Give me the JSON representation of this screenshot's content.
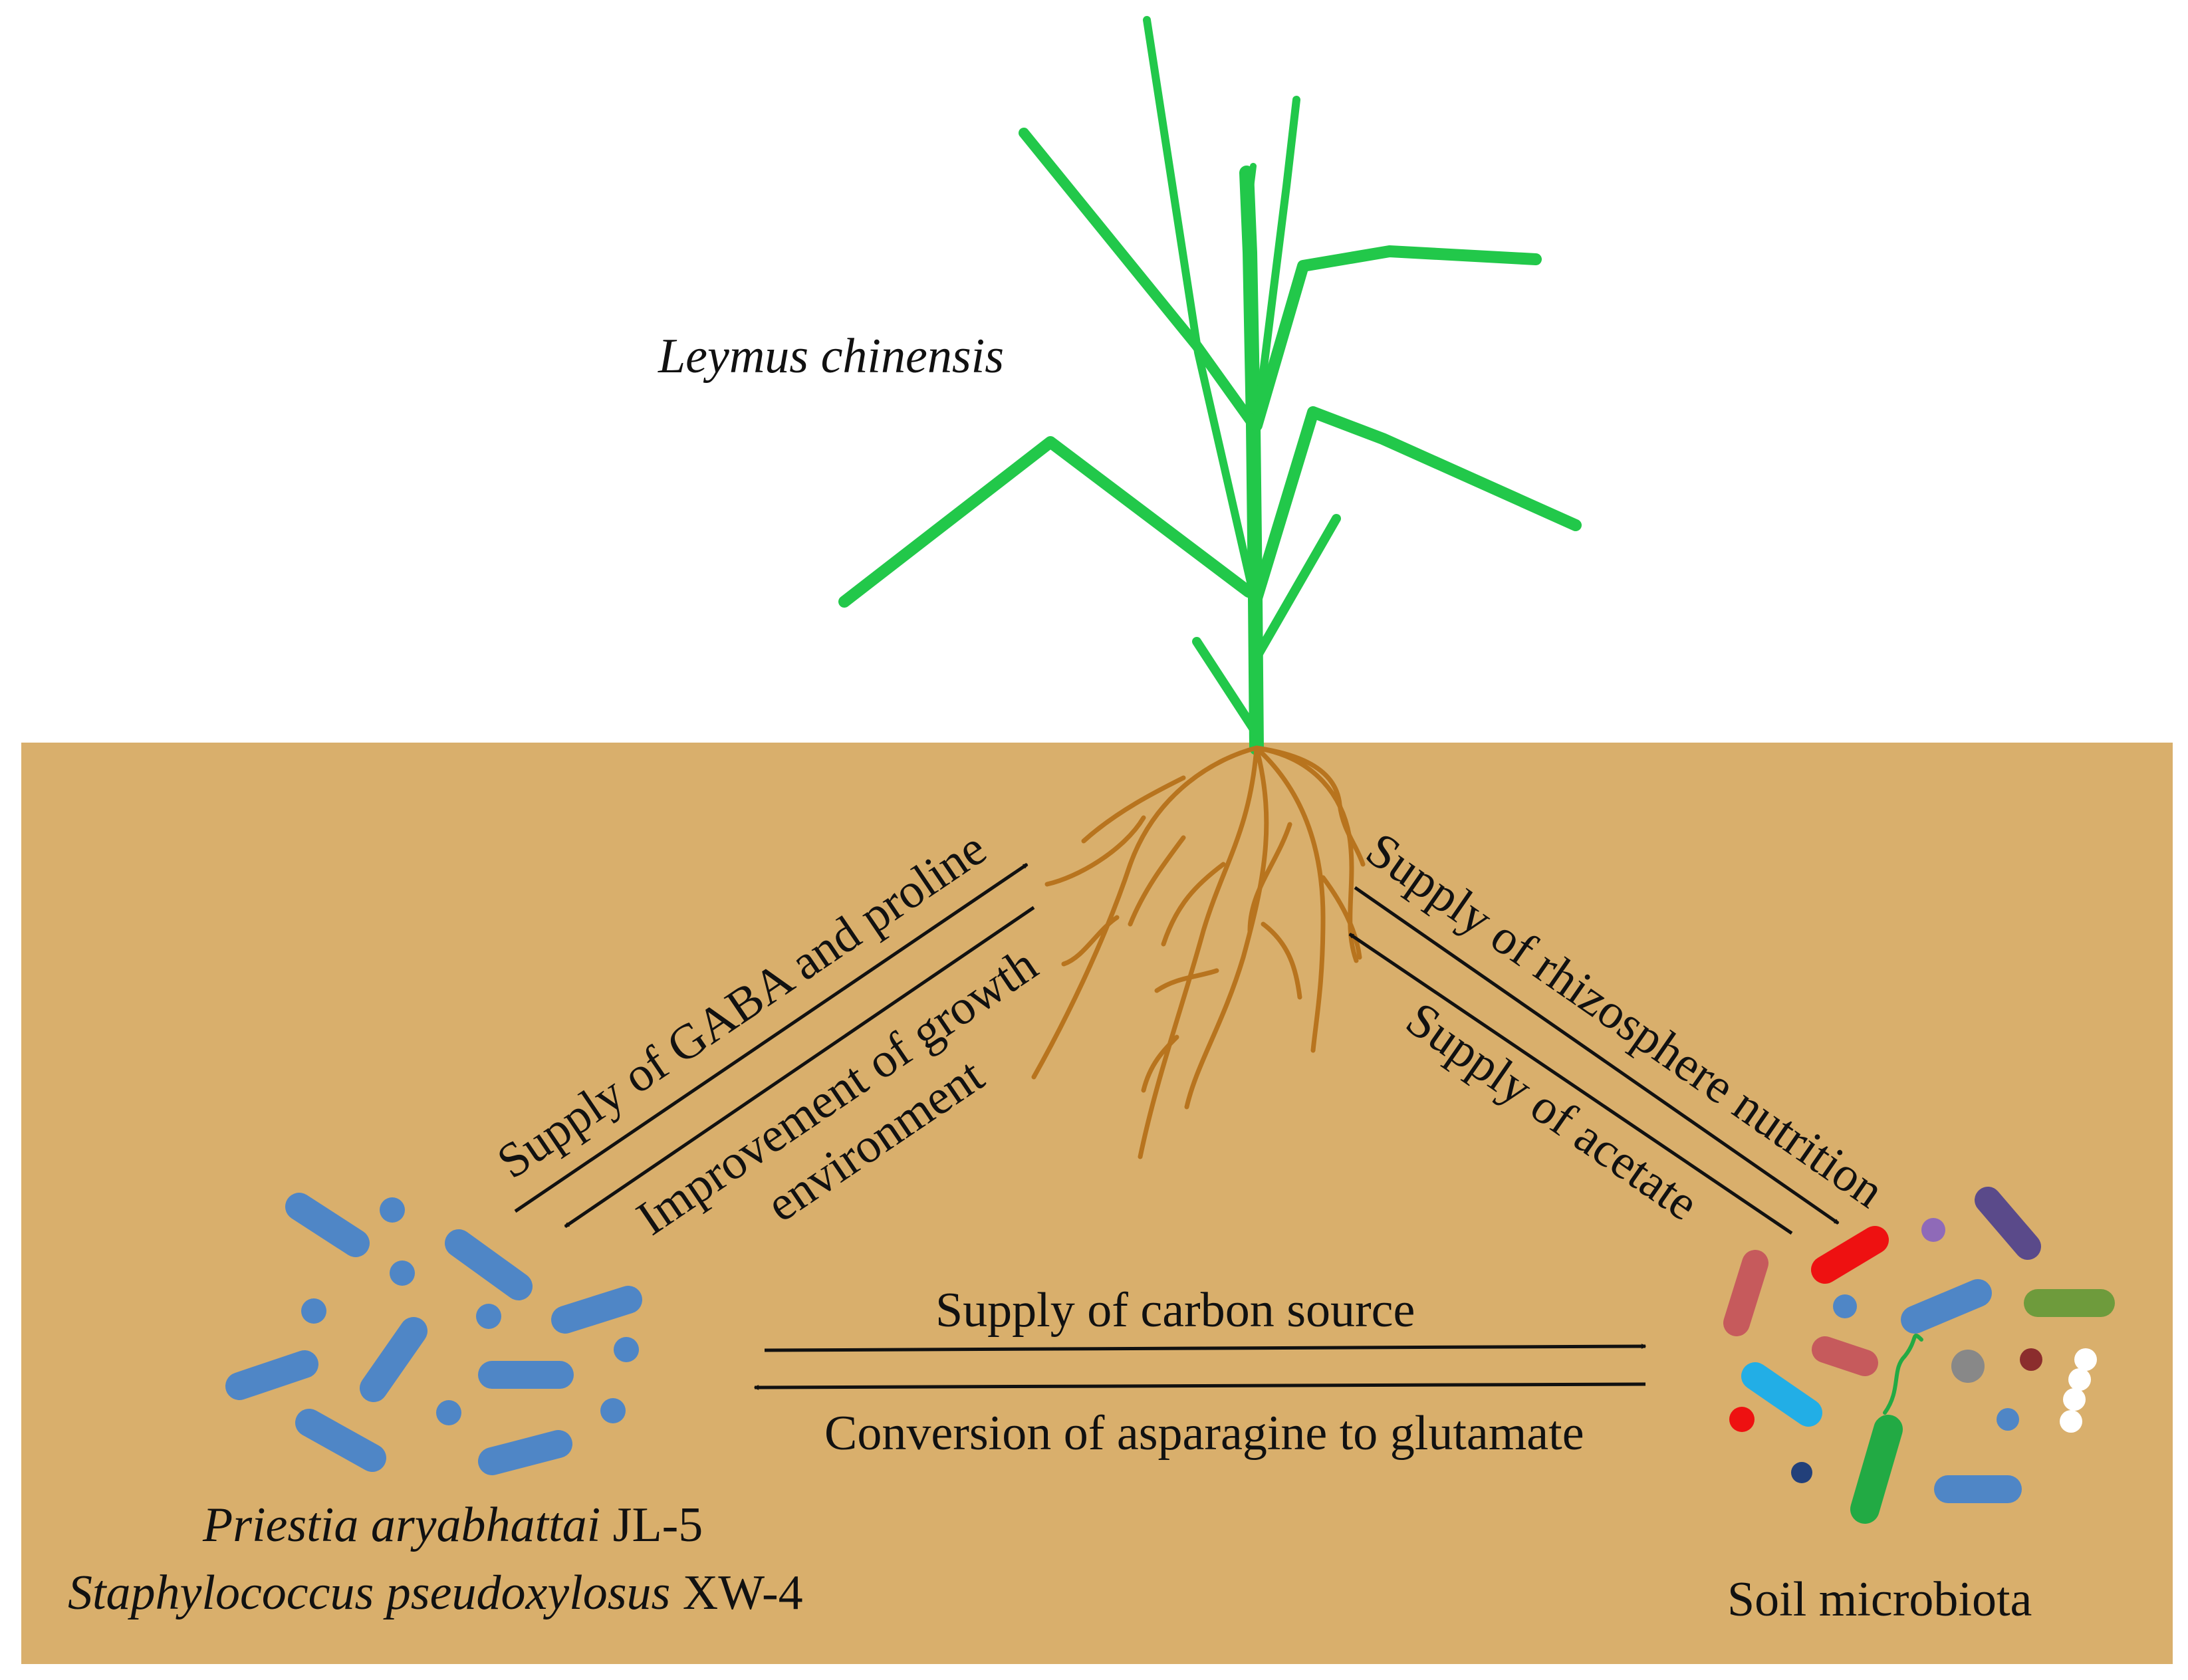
{
  "plant": {
    "name": "Leymus chinensis"
  },
  "arrows": {
    "gaba_proline": "Supply of GABA and proline",
    "growth_env_line1": "Improvement of growth",
    "growth_env_line2": "environment",
    "rhizosphere": "Supply of rhizosphere nutrition",
    "acetate": "Supply of acetate",
    "carbon_source": "Supply of carbon source",
    "asparagine": "Conversion of asparagine to glutamate"
  },
  "strains": {
    "line1_species": "Priestia aryabhattai",
    "line1_strain": " JL-5",
    "line2_species": "Staphylococcus pseudoxylosus",
    "line2_strain": " XW-4"
  },
  "soil_microbiota": {
    "label": "Soil microbiota"
  },
  "colors": {
    "soil": "#D9AF6C",
    "leaf": "#22C84A",
    "root": "#B8741E",
    "bacteria_blue": "#4F86C6",
    "arrow": "#111111"
  }
}
